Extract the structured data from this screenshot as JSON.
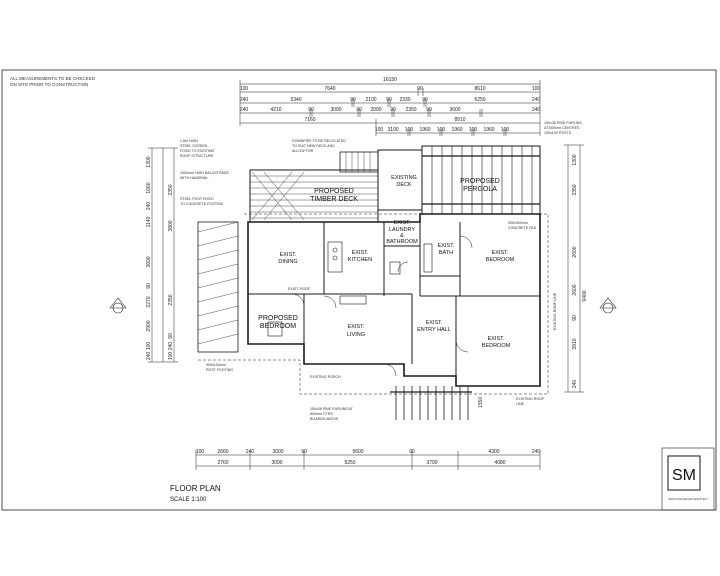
{
  "note": {
    "line1": "ALL MEASUREMENTS TO BE CHECKED",
    "line2": "ON SITE PRIOR TO CONSTRUCTION"
  },
  "dims": {
    "overall": "16150",
    "top_row2": [
      "100",
      "7640",
      "90",
      "8610",
      "100"
    ],
    "top_row3": [
      "240",
      "5340",
      "90",
      "2100",
      "90",
      "2330",
      "90",
      "6250",
      "240"
    ],
    "top_row4": [
      "240",
      "4210",
      "90",
      "3000",
      "90",
      "2000",
      "90",
      "2350",
      "90",
      "3600",
      "240"
    ],
    "top_row5a": "7160",
    "top_row5b": "8910",
    "top_row6": [
      "100",
      "3100",
      "100",
      "1960",
      "100",
      "1960",
      "100",
      "1960",
      "100"
    ],
    "left_col": [
      "1300",
      "1660",
      "240",
      "1140",
      "3600",
      "90",
      "2270",
      "2900",
      "100",
      "240"
    ],
    "left_col2": [
      "2350",
      "3800",
      "2350",
      "90",
      "240",
      "100"
    ],
    "right_col": [
      "1300",
      "3350",
      "2600",
      "9400",
      "2600",
      "90",
      "3910",
      "240"
    ],
    "bot_row1": [
      "100",
      "2660",
      "240",
      "3000",
      "90",
      "5600",
      "90",
      "4300",
      "240"
    ],
    "bot_row2": [
      "2760",
      "3090",
      "5250",
      "3700",
      "4080"
    ]
  },
  "rooms": {
    "timber_deck": [
      "PROPOSED",
      "TIMBER DECK"
    ],
    "existing_deck": [
      "EXISTING",
      "DECK"
    ],
    "pergola": [
      "PROPOSED",
      "PERGOLA"
    ],
    "dining": [
      "EXIST.",
      "DINING"
    ],
    "kitchen": [
      "EXIST.",
      "KITCHEN"
    ],
    "laundry": [
      "EXIST.",
      "LAUNDRY",
      "&",
      "BATHROOM"
    ],
    "bath": [
      "EXIST.",
      "BATH"
    ],
    "bedroom1": [
      "EXIST.",
      "BEDROOM"
    ],
    "proposed_bedroom": [
      "PROPOSED",
      "BEDROOM"
    ],
    "living": [
      "EXIST.",
      "LIVING"
    ],
    "entry_hall": [
      "EXIST.",
      "ENTRY HALL"
    ],
    "bedroom2": [
      "EXIST.",
      "BEDROOM"
    ]
  },
  "annotations": {
    "deck_note1": [
      "1.8m HIGH",
      "STEEL SCREEN",
      "FIXED TO EXISTING",
      "ROOF STRUCTURE"
    ],
    "deck_note2": [
      "DOWNPIPE TO BE RELOCATED",
      "TO SUIT NEW DECK AND",
      "ALLOW FOR"
    ],
    "deck_note3": [
      "1000mm HIGH BALUSTRADE",
      "WITH HANDRAIL"
    ],
    "deck_note4": [
      "STEEL POST FIXED",
      "TO CONCRETE FOOTING"
    ],
    "pergola_note": [
      "150x38 PINE PURLINS",
      "AT 600mm CENTRES",
      "100x100 POSTS"
    ],
    "right_note": [
      "EXISTING ROOF",
      "LINE"
    ],
    "bottom_note1": "EXISTING PORCH",
    "bottom_note2": [
      "150x38 PINE PURLINS AT",
      "600mm CTRS",
      "BOARDS ABOVE"
    ],
    "mid_note": "EXIST. ROOF",
    "left_note": [
      "900x100mm",
      "POST FOOTING"
    ],
    "side_label": "EXISTING ROOF LINE",
    "left_bottom_note": [
      "300x300mm",
      "CONCRETE PAD"
    ],
    "level_1550": "1550"
  },
  "title": {
    "main": "FLOOR PLAN",
    "scale": "SCALE 1:100"
  },
  "logo": {
    "initials": "SM",
    "caption": "SIMON MACKENZIE ARCHITECT"
  }
}
